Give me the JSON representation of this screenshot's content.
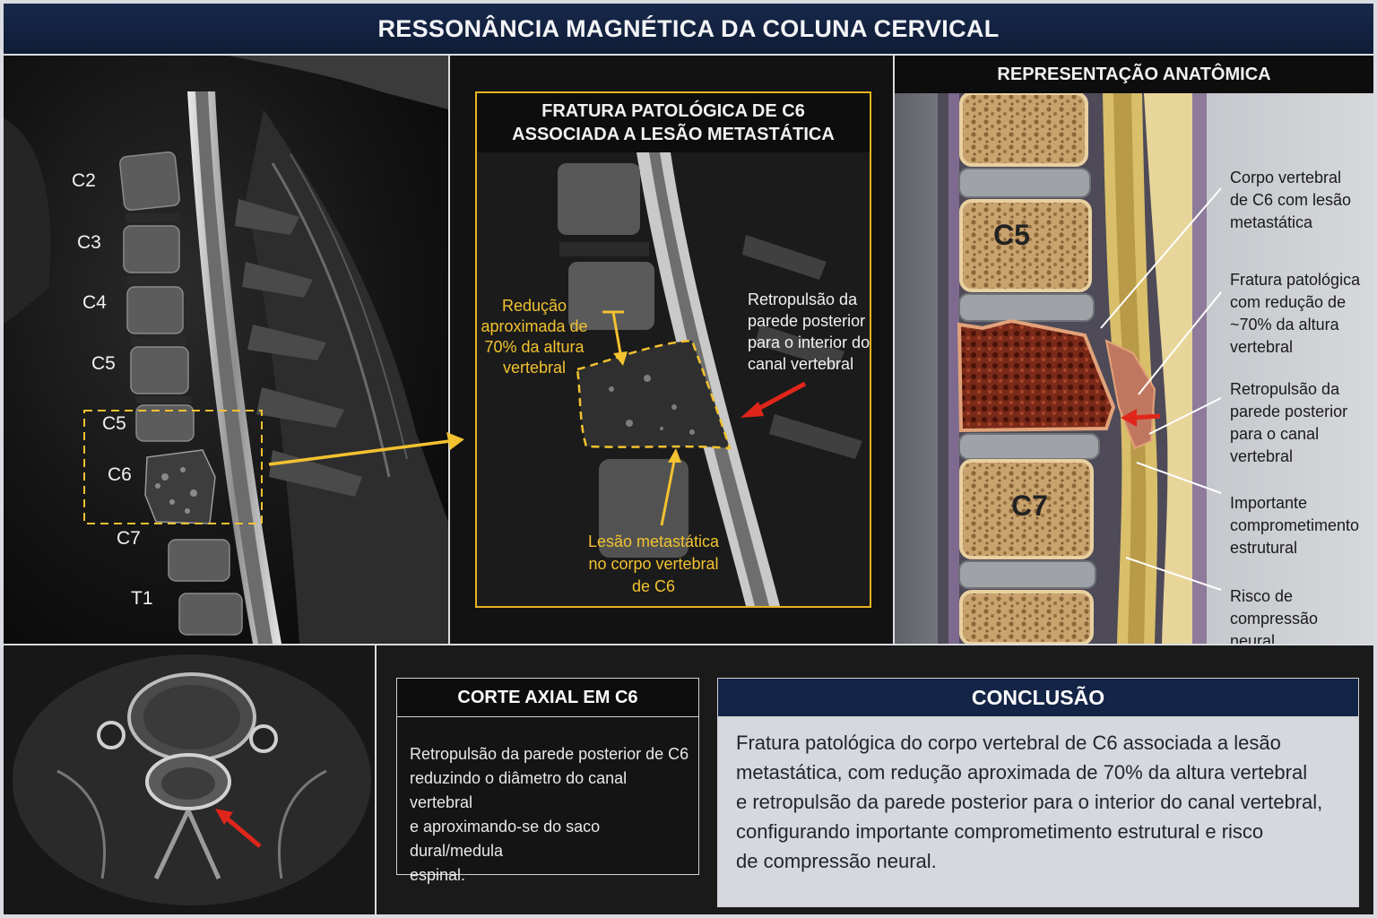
{
  "header": {
    "title": "RESSONÂNCIA MAGNÉTICA DA COLUNA CERVICAL"
  },
  "sagittal": {
    "vertebra_labels": [
      "C2",
      "C3",
      "C4",
      "C5",
      "C5",
      "C6",
      "C7",
      "T1"
    ]
  },
  "zoom": {
    "title_line1": "FRATURA PATOLÓGICA DE C6",
    "title_line2": "ASSOCIADA A LESÃO METASTÁTICA",
    "height_reduction": [
      "Redução",
      "aproximada de",
      "70% da altura",
      "vertebral"
    ],
    "lesion": [
      "Lesão metastática",
      "no corpo vertebral",
      "de C6"
    ],
    "retropulsion": [
      "Retropulsão da",
      "parede posterior",
      "para o interior do",
      "canal vertebral"
    ]
  },
  "anatomy": {
    "title": "REPRESENTAÇÃO ANATÔMICA",
    "c5": "C5",
    "c7": "C7",
    "annotations": [
      [
        "Corpo vertebral",
        "de C6 com lesão",
        "metastática"
      ],
      [
        "Fratura patológica",
        "com redução de",
        "~70% da altura",
        "vertebral"
      ],
      [
        "Retropulsão da",
        "parede posterior",
        "para o canal",
        "vertebral"
      ],
      [
        "Importante",
        "comprometimento",
        "estrutural"
      ],
      [
        "Risco de",
        "compressão",
        "neural"
      ]
    ]
  },
  "axial": {
    "title": "CORTE AXIAL EM C6",
    "text": [
      "Retropulsão da parede posterior de C6",
      "reduzindo o diâmetro do canal vertebral",
      "e aproximando-se do saco dural/medula",
      "espinal."
    ]
  },
  "conclusion": {
    "title": "CONCLUSÃO",
    "text": [
      "Fratura patológica do corpo vertebral de C6 associada a lesão",
      "metastática, com redução aproximada de 70% da altura vertebral",
      "e retropulsão da parede posterior para o interior do canal vertebral,",
      "configurando importante comprometimento estrutural e risco",
      "de compressão neural."
    ]
  },
  "colors": {
    "accent_yellow": "#f2c230",
    "arrow_red": "#e0261b",
    "title_navy": "#142446"
  }
}
